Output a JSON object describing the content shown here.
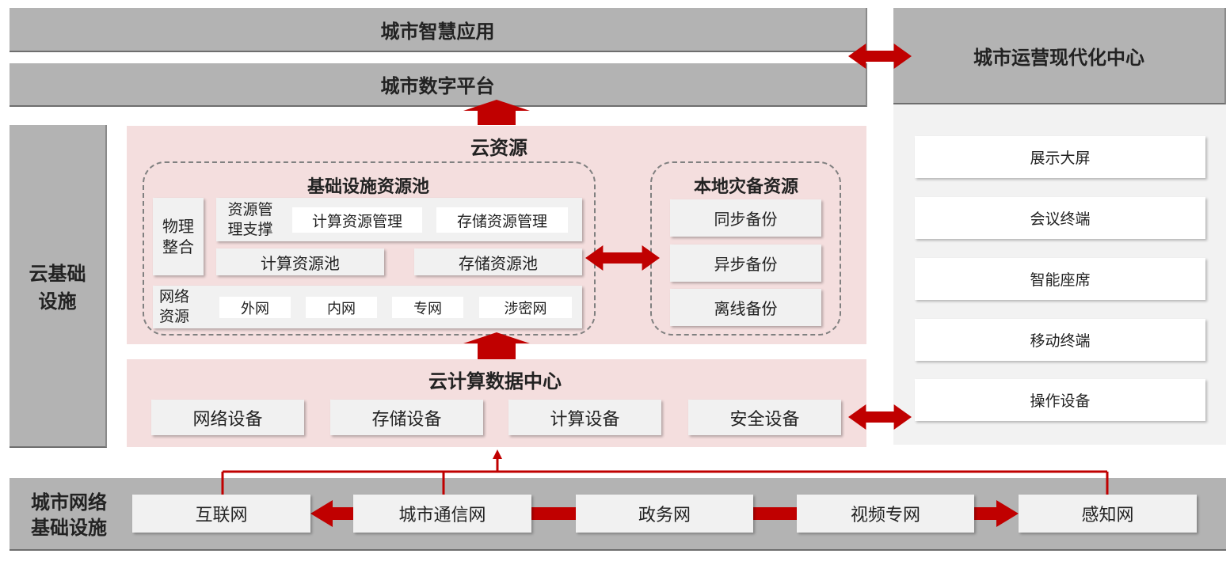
{
  "top": {
    "smart_apps": "城市智慧应用",
    "digital_platform": "城市数字平台",
    "ops_center": "城市运营现代化中心"
  },
  "left_label": {
    "line1": "云基础",
    "line2": "设施"
  },
  "cloud_resource": {
    "title": "云资源",
    "infra_pool": {
      "title": "基础设施资源池",
      "physical": {
        "line1": "物理",
        "line2": "整合"
      },
      "mgmt_support": {
        "line1": "资源管",
        "line2": "理支撑"
      },
      "compute_mgmt": "计算资源管理",
      "storage_mgmt": "存储资源管理",
      "compute_pool": "计算资源池",
      "storage_pool": "存储资源池",
      "network_res": {
        "line1": "网络",
        "line2": "资源"
      },
      "networks": [
        "外网",
        "内网",
        "专网",
        "涉密网"
      ]
    },
    "dr": {
      "title": "本地灾备资源",
      "items": [
        "同步备份",
        "异步备份",
        "离线备份"
      ]
    }
  },
  "datacenter": {
    "title": "云计算数据中心",
    "devices": [
      "网络设备",
      "存储设备",
      "计算设备",
      "安全设备"
    ]
  },
  "ops_items": [
    "展示大屏",
    "会议终端",
    "智能座席",
    "移动终端",
    "操作设备"
  ],
  "network_infra": {
    "label": {
      "line1": "城市网络",
      "line2": "基础设施"
    },
    "nets": [
      "互联网",
      "城市通信网",
      "政务网",
      "视频专网",
      "感知网"
    ]
  },
  "colors": {
    "arrow_red": "#c00000",
    "panel_grey": "#b3b3b3",
    "pink_bg": "#f4dede",
    "right_panel_bg": "#f2f2f2"
  }
}
